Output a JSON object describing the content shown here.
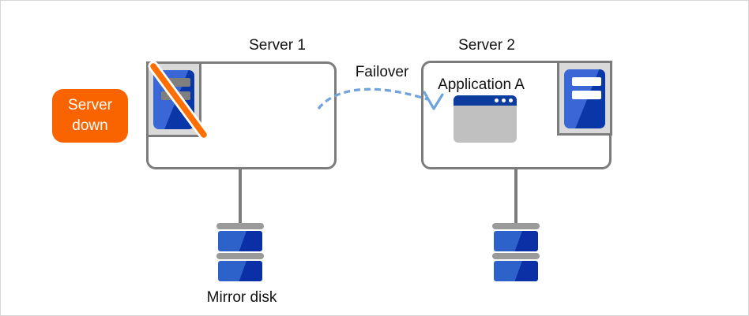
{
  "labels": {
    "server1": "Server 1",
    "server2": "Server 2",
    "failover": "Failover",
    "application": "Application A",
    "server_down": "Server down",
    "mirror_disk": "Mirror disk"
  },
  "icons": {
    "server1_icon": "server-tower-down-icon",
    "server2_icon": "server-tower-icon",
    "app_icon": "app-window-icon",
    "disk_icon": "mirror-disk-icon",
    "arrow_icon": "failover-arrow-icon"
  },
  "colors": {
    "badge_orange": "#FA6400",
    "slash_orange": "#FF6E00",
    "tower_blue_light": "#3968D6",
    "tower_blue_dark": "#0937A8",
    "disk_blue_light": "#2E62CB",
    "disk_blue_dark": "#0B2FA5",
    "titlebar_blue": "#0B3C9E",
    "border_gray": "#7C7C7C",
    "container_gray": "#D9D9D9",
    "bar_gray": "#9A9A9A",
    "app_body_gray": "#C0C0C0",
    "arrow_blue": "#6FA3DC",
    "down_bar_gray": "#7F7F7F",
    "frame_gray": "#D6D6D6"
  }
}
